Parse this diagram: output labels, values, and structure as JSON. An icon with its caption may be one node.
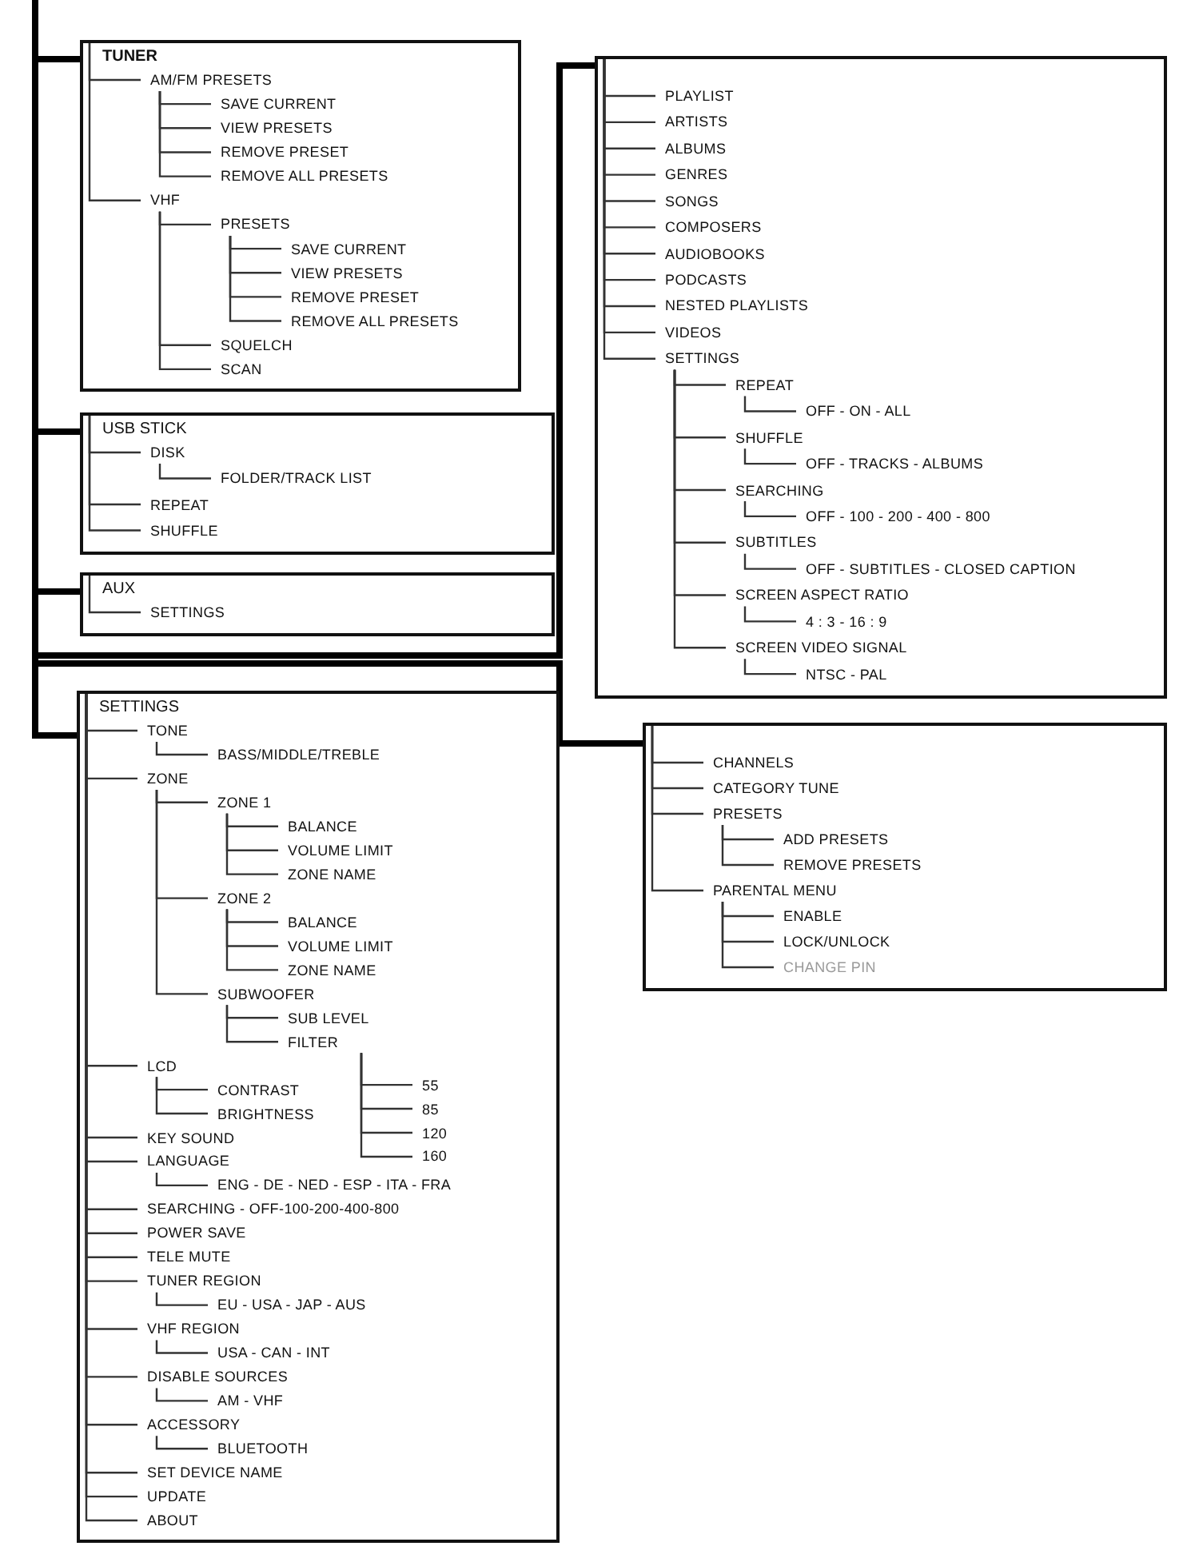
{
  "diagram": {
    "nodes": [
      {
        "text": [
          "TUNER"
        ]
      },
      {
        "text": [
          "AM/FM PRESETS"
        ],
        "in": 0
      },
      {
        "text": [
          "SAVE CURRENT"
        ],
        "in": 0
      },
      {
        "text": [
          "VIEW PRESETS"
        ],
        "in": 0
      },
      {
        "text": [
          "REMOVE PRESET"
        ],
        "in": 0
      },
      {
        "text": [
          "REMOVE ALL PRESETS"
        ],
        "in": 0
      },
      {
        "text": [
          "VHF"
        ],
        "in": 0
      },
      {
        "text": [
          "PRESETS"
        ],
        "in": 0
      },
      {
        "text": [
          "SAVE CURRENT"
        ],
        "in": 0
      },
      {
        "text": [
          "VIEW PRESETS"
        ],
        "in": 0
      },
      {
        "text": [
          "REMOVE PRESET"
        ],
        "in": 0
      },
      {
        "text": [
          "REMOVE ALL PRESETS"
        ],
        "in": 0
      },
      {
        "text": [
          "SQUELCH"
        ],
        "in": 0
      },
      {
        "text": [
          "SCAN"
        ],
        "in": 0
      },
      {
        "text": [
          "USB STICK"
        ]
      },
      {
        "text": [
          "DISK"
        ],
        "in": 14
      },
      {
        "text": [
          "FOLDER/TRACK LIST"
        ],
        "in": 14
      },
      {
        "text": [
          "REPEAT"
        ],
        "in": 14
      },
      {
        "text": [
          "SHUFFLE"
        ],
        "in": 14
      },
      {
        "text": [
          "AUX"
        ]
      },
      {
        "text": [
          "SETTINGS"
        ],
        "in": 19
      },
      {
        "text": [],
        "shape": "box"
      },
      {
        "text": [
          "PLAYLIST"
        ],
        "in": 21
      },
      {
        "text": [
          "ARTISTS"
        ],
        "in": 21
      },
      {
        "text": [
          "ALBUMS"
        ],
        "in": 21
      },
      {
        "text": [
          "GENRES"
        ],
        "in": 21
      },
      {
        "text": [
          "SONGS"
        ],
        "in": 21
      },
      {
        "text": [
          "COMPOSERS"
        ],
        "in": 21
      },
      {
        "text": [
          "AUDIOBOOKS"
        ],
        "in": 21
      },
      {
        "text": [
          "PODCASTS"
        ],
        "in": 21
      },
      {
        "text": [
          "NESTED PLAYLISTS"
        ],
        "in": 21
      },
      {
        "text": [
          "VIDEOS"
        ],
        "in": 21
      },
      {
        "text": [
          "SETTINGS"
        ],
        "in": 21
      },
      {
        "text": [
          "REPEAT"
        ],
        "in": 21
      },
      {
        "text": [
          "OFF - ON - ALL"
        ],
        "in": 21
      },
      {
        "text": [
          "SHUFFLE"
        ],
        "in": 21
      },
      {
        "text": [
          "OFF - TRACKS - ALBUMS"
        ],
        "in": 21
      },
      {
        "text": [
          "SEARCHING"
        ],
        "in": 21
      },
      {
        "text": [
          "OFF - 100 - 200 - 400 - 800"
        ],
        "in": 21
      },
      {
        "text": [
          "SUBTITLES"
        ],
        "in": 21
      },
      {
        "text": [
          "OFF - SUBTITLES - CLOSED CAPTION"
        ],
        "in": 21
      },
      {
        "text": [
          "SCREEN ASPECT RATIO"
        ],
        "in": 21
      },
      {
        "text": [
          "4 : 3 - 16 : 9"
        ],
        "in": 21
      },
      {
        "text": [
          "SCREEN VIDEO SIGNAL"
        ],
        "in": 21
      },
      {
        "text": [
          "NTSC - PAL"
        ],
        "in": 21
      },
      {
        "text": [
          "SETTINGS"
        ]
      },
      {
        "text": [
          "TONE"
        ],
        "in": 45
      },
      {
        "text": [
          "BASS/MIDDLE/TREBLE"
        ],
        "in": 45
      },
      {
        "text": [
          "ZONE"
        ],
        "in": 45
      },
      {
        "text": [
          "ZONE 1"
        ],
        "in": 45
      },
      {
        "text": [
          "BALANCE"
        ],
        "in": 45
      },
      {
        "text": [
          "VOLUME LIMIT"
        ],
        "in": 45
      },
      {
        "text": [
          "ZONE NAME"
        ],
        "in": 45
      },
      {
        "text": [
          "ZONE 2"
        ],
        "in": 45
      },
      {
        "text": [
          "BALANCE"
        ],
        "in": 45
      },
      {
        "text": [
          "VOLUME LIMIT"
        ],
        "in": 45
      },
      {
        "text": [
          "ZONE NAME"
        ],
        "in": 45
      },
      {
        "text": [
          "SUBWOOFER"
        ],
        "in": 45
      },
      {
        "text": [
          "SUB LEVEL"
        ],
        "in": 45
      },
      {
        "text": [
          "FILTER"
        ],
        "in": 45
      },
      {
        "text": [
          "55"
        ],
        "in": 45
      },
      {
        "text": [
          "85"
        ],
        "in": 45
      },
      {
        "text": [
          "120"
        ],
        "in": 45
      },
      {
        "text": [
          "160"
        ],
        "in": 45
      },
      {
        "text": [
          "LCD"
        ],
        "in": 45
      },
      {
        "text": [
          "CONTRAST"
        ],
        "in": 45
      },
      {
        "text": [
          "BRIGHTNESS"
        ],
        "in": 45
      },
      {
        "text": [
          "KEY SOUND"
        ],
        "in": 45
      },
      {
        "text": [
          "LANGUAGE"
        ],
        "in": 45
      },
      {
        "text": [
          "ENG - DE - NED - ESP - ITA - FRA"
        ],
        "in": 45
      },
      {
        "text": [
          "SEARCHING - OFF-100-200-400-800"
        ],
        "in": 45
      },
      {
        "text": [
          "POWER SAVE"
        ],
        "in": 45
      },
      {
        "text": [
          "TELE MUTE"
        ],
        "in": 45
      },
      {
        "text": [
          "TUNER REGION"
        ],
        "in": 45
      },
      {
        "text": [
          "EU - USA - JAP - AUS"
        ],
        "in": 45
      },
      {
        "text": [
          "VHF REGION"
        ],
        "in": 45
      },
      {
        "text": [
          "USA - CAN - INT"
        ],
        "in": 45
      },
      {
        "text": [
          "DISABLE SOURCES"
        ],
        "in": 45
      },
      {
        "text": [
          "AM - VHF"
        ],
        "in": 45
      },
      {
        "text": [
          "ACCESSORY"
        ],
        "in": 45
      },
      {
        "text": [
          "BLUETOOTH"
        ],
        "in": 45
      },
      {
        "text": [
          "SET DEVICE NAME"
        ],
        "in": 45
      },
      {
        "text": [
          "UPDATE"
        ],
        "in": 45
      },
      {
        "text": [
          "ABOUT"
        ],
        "in": 45
      },
      {
        "text": [],
        "shape": "box"
      },
      {
        "text": [
          "CHANNELS"
        ],
        "in": 84
      },
      {
        "text": [
          "CATEGORY TUNE"
        ],
        "in": 84
      },
      {
        "text": [
          "PRESETS"
        ],
        "in": 84
      },
      {
        "text": [
          "ADD PRESETS"
        ],
        "in": 84
      },
      {
        "text": [
          "REMOVE PRESETS"
        ],
        "in": 84
      },
      {
        "text": [
          "PARENTAL MENU"
        ],
        "in": 84
      },
      {
        "text": [
          "ENABLE"
        ],
        "in": 84
      },
      {
        "text": [
          "LOCK/UNLOCK"
        ],
        "in": 84
      },
      {
        "text": [
          "CHANGE PIN"
        ],
        "in": 84
      }
    ],
    "edges": [
      {
        "from": null,
        "to": 0,
        "arrow": "none",
        "style": "thick"
      },
      {
        "from": null,
        "to": 14,
        "arrow": "none",
        "style": "thick"
      },
      {
        "from": null,
        "to": 19,
        "arrow": "none",
        "style": "thick"
      },
      {
        "from": null,
        "to": 21,
        "arrow": "none",
        "style": "thick"
      },
      {
        "from": null,
        "to": 45,
        "arrow": "none",
        "style": "thick"
      },
      {
        "from": null,
        "to": 84,
        "arrow": "none",
        "style": "thick"
      },
      {
        "from": 0,
        "to": 1,
        "arrow": "none"
      },
      {
        "from": 1,
        "to": 2,
        "arrow": "none"
      },
      {
        "from": 1,
        "to": 3,
        "arrow": "none"
      },
      {
        "from": 1,
        "to": 4,
        "arrow": "none"
      },
      {
        "from": 1,
        "to": 5,
        "arrow": "none"
      },
      {
        "from": 0,
        "to": 6,
        "arrow": "none"
      },
      {
        "from": 6,
        "to": 7,
        "arrow": "none"
      },
      {
        "from": 7,
        "to": 8,
        "arrow": "none"
      },
      {
        "from": 7,
        "to": 9,
        "arrow": "none"
      },
      {
        "from": 7,
        "to": 10,
        "arrow": "none"
      },
      {
        "from": 7,
        "to": 11,
        "arrow": "none"
      },
      {
        "from": 6,
        "to": 12,
        "arrow": "none"
      },
      {
        "from": 6,
        "to": 13,
        "arrow": "none"
      },
      {
        "from": 14,
        "to": 15,
        "arrow": "none"
      },
      {
        "from": 15,
        "to": 16,
        "arrow": "none"
      },
      {
        "from": 14,
        "to": 17,
        "arrow": "none"
      },
      {
        "from": 14,
        "to": 18,
        "arrow": "none"
      },
      {
        "from": 19,
        "to": 20,
        "arrow": "none"
      },
      {
        "from": 21,
        "to": 22,
        "arrow": "none"
      },
      {
        "from": 21,
        "to": 23,
        "arrow": "none"
      },
      {
        "from": 21,
        "to": 24,
        "arrow": "none"
      },
      {
        "from": 21,
        "to": 25,
        "arrow": "none"
      },
      {
        "from": 21,
        "to": 26,
        "arrow": "none"
      },
      {
        "from": 21,
        "to": 27,
        "arrow": "none"
      },
      {
        "from": 21,
        "to": 28,
        "arrow": "none"
      },
      {
        "from": 21,
        "to": 29,
        "arrow": "none"
      },
      {
        "from": 21,
        "to": 30,
        "arrow": "none"
      },
      {
        "from": 21,
        "to": 31,
        "arrow": "none"
      },
      {
        "from": 21,
        "to": 32,
        "arrow": "none"
      },
      {
        "from": 32,
        "to": 33,
        "arrow": "none"
      },
      {
        "from": 33,
        "to": 34,
        "arrow": "none"
      },
      {
        "from": 32,
        "to": 35,
        "arrow": "none"
      },
      {
        "from": 35,
        "to": 36,
        "arrow": "none"
      },
      {
        "from": 32,
        "to": 37,
        "arrow": "none"
      },
      {
        "from": 37,
        "to": 38,
        "arrow": "none"
      },
      {
        "from": 32,
        "to": 39,
        "arrow": "none"
      },
      {
        "from": 39,
        "to": 40,
        "arrow": "none"
      },
      {
        "from": 32,
        "to": 41,
        "arrow": "none"
      },
      {
        "from": 41,
        "to": 42,
        "arrow": "none"
      },
      {
        "from": 32,
        "to": 43,
        "arrow": "none"
      },
      {
        "from": 43,
        "to": 44,
        "arrow": "none"
      },
      {
        "from": 45,
        "to": 46,
        "arrow": "none"
      },
      {
        "from": 46,
        "to": 47,
        "arrow": "none"
      },
      {
        "from": 45,
        "to": 48,
        "arrow": "none"
      },
      {
        "from": 48,
        "to": 49,
        "arrow": "none"
      },
      {
        "from": 49,
        "to": 50,
        "arrow": "none"
      },
      {
        "from": 49,
        "to": 51,
        "arrow": "none"
      },
      {
        "from": 49,
        "to": 52,
        "arrow": "none"
      },
      {
        "from": 48,
        "to": 53,
        "arrow": "none"
      },
      {
        "from": 53,
        "to": 54,
        "arrow": "none"
      },
      {
        "from": 53,
        "to": 55,
        "arrow": "none"
      },
      {
        "from": 53,
        "to": 56,
        "arrow": "none"
      },
      {
        "from": 48,
        "to": 57,
        "arrow": "none"
      },
      {
        "from": 57,
        "to": 58,
        "arrow": "none"
      },
      {
        "from": 57,
        "to": 59,
        "arrow": "none"
      },
      {
        "from": 59,
        "to": 60,
        "arrow": "none"
      },
      {
        "from": 59,
        "to": 61,
        "arrow": "none"
      },
      {
        "from": 59,
        "to": 62,
        "arrow": "none"
      },
      {
        "from": 59,
        "to": 63,
        "arrow": "none"
      },
      {
        "from": 45,
        "to": 64,
        "arrow": "none"
      },
      {
        "from": 64,
        "to": 65,
        "arrow": "none"
      },
      {
        "from": 64,
        "to": 66,
        "arrow": "none"
      },
      {
        "from": 45,
        "to": 67,
        "arrow": "none"
      },
      {
        "from": 45,
        "to": 68,
        "arrow": "none"
      },
      {
        "from": 68,
        "to": 69,
        "arrow": "none"
      },
      {
        "from": 45,
        "to": 70,
        "arrow": "none"
      },
      {
        "from": 45,
        "to": 71,
        "arrow": "none"
      },
      {
        "from": 45,
        "to": 72,
        "arrow": "none"
      },
      {
        "from": 45,
        "to": 73,
        "arrow": "none"
      },
      {
        "from": 73,
        "to": 74,
        "arrow": "none"
      },
      {
        "from": 45,
        "to": 75,
        "arrow": "none"
      },
      {
        "from": 75,
        "to": 76,
        "arrow": "none"
      },
      {
        "from": 45,
        "to": 77,
        "arrow": "none"
      },
      {
        "from": 77,
        "to": 78,
        "arrow": "none"
      },
      {
        "from": 45,
        "to": 79,
        "arrow": "none"
      },
      {
        "from": 79,
        "to": 80,
        "arrow": "none"
      },
      {
        "from": 45,
        "to": 81,
        "arrow": "none"
      },
      {
        "from": 45,
        "to": 82,
        "arrow": "none"
      },
      {
        "from": 45,
        "to": 83,
        "arrow": "none"
      },
      {
        "from": 84,
        "to": 85,
        "arrow": "none"
      },
      {
        "from": 84,
        "to": 86,
        "arrow": "none"
      },
      {
        "from": 84,
        "to": 87,
        "arrow": "none"
      },
      {
        "from": 87,
        "to": 88,
        "arrow": "none"
      },
      {
        "from": 87,
        "to": 89,
        "arrow": "none"
      },
      {
        "from": 84,
        "to": 90,
        "arrow": "none"
      },
      {
        "from": 90,
        "to": 91,
        "arrow": "none"
      },
      {
        "from": 90,
        "to": 92,
        "arrow": "none"
      },
      {
        "from": 90,
        "to": 93,
        "arrow": "none"
      }
    ]
  }
}
